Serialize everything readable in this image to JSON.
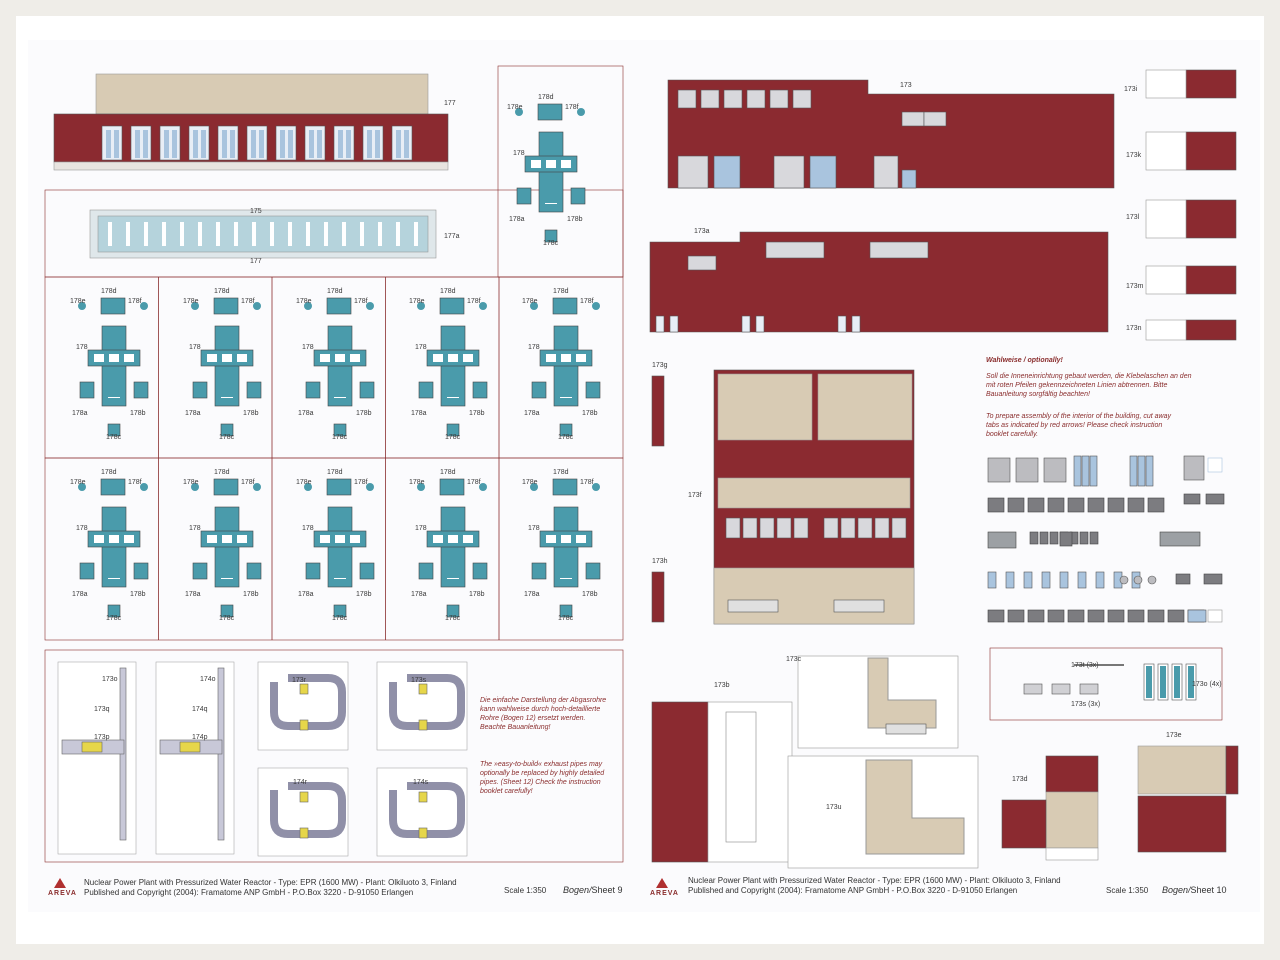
{
  "left_sheet": {
    "footer_line1": "Nuclear Power Plant with Pressurized Water Reactor - Type: EPR (1600 MW) - Plant: Olkiluoto 3, Finland",
    "footer_line2": "Published and Copyright (2004): Framatome ANP GmbH - P.O.Box 3220 - D-91050 Erlangen",
    "scale": "Scale 1:350",
    "bogen_it": "Bogen/",
    "sheet": "Sheet 9",
    "labels": {
      "l177": "177",
      "l177a": "177a",
      "l175": "175",
      "l177b": "177"
    },
    "pipe_note_de": "Die einfache Darstellung der Abgasrohre kann wahlweise durch hoch-detaillierte Rohre (Bogen 12) ersetzt werden. Beachte Bauanleitung!",
    "pipe_note_en": "The »easy-to-build« exhaust pipes may optionally be replaced by highly detailed pipes. (Sheet 12) Check the instruction booklet carefully!",
    "pipe_labels": [
      "173o",
      "173q",
      "173p",
      "174o",
      "174q",
      "174p",
      "173r",
      "173s",
      "174r",
      "174s"
    ]
  },
  "right_sheet": {
    "footer_line1": "Nuclear Power Plant with Pressurized Water Reactor - Type: EPR (1600 MW) - Plant: Olkiluoto 3, Finland",
    "footer_line2": "Published and Copyright (2004): Framatome ANP GmbH - P.O.Box 3220 - D-91050 Erlangen",
    "scale": "Scale 1:350",
    "bogen_it": "Bogen/",
    "sheet": "Sheet 10",
    "optional_title": "Wahlweise / optionally!",
    "optional_de": "Soll die Inneneinrichtung gebaut werden, die Klebelaschen an den mit roten Pfeilen gekennzeichneten Linien abtrennen. Bitte Bauanleitung sorgfältig beachten!",
    "optional_en": "To prepare assembly of the interior of the building, cut away tabs as indicated by red arrows! Please check instruction booklet carefully.",
    "labels": [
      "173",
      "173a",
      "173i",
      "173k",
      "173l",
      "173m",
      "173n",
      "173g",
      "173f",
      "173h",
      "173b",
      "173c",
      "173d",
      "173e",
      "173u",
      "173t (3x)",
      "173s (3x)",
      "173o (4x)"
    ]
  },
  "logo_text": "AREVA",
  "unit_labels": [
    "178",
    "178a",
    "178b",
    "178c",
    "178d",
    "178e",
    "178f"
  ],
  "colors": {
    "brick": "#8b2a30",
    "teal": "#4a9bab",
    "sand": "#d8cbb4",
    "line": "#8a2d2d"
  }
}
